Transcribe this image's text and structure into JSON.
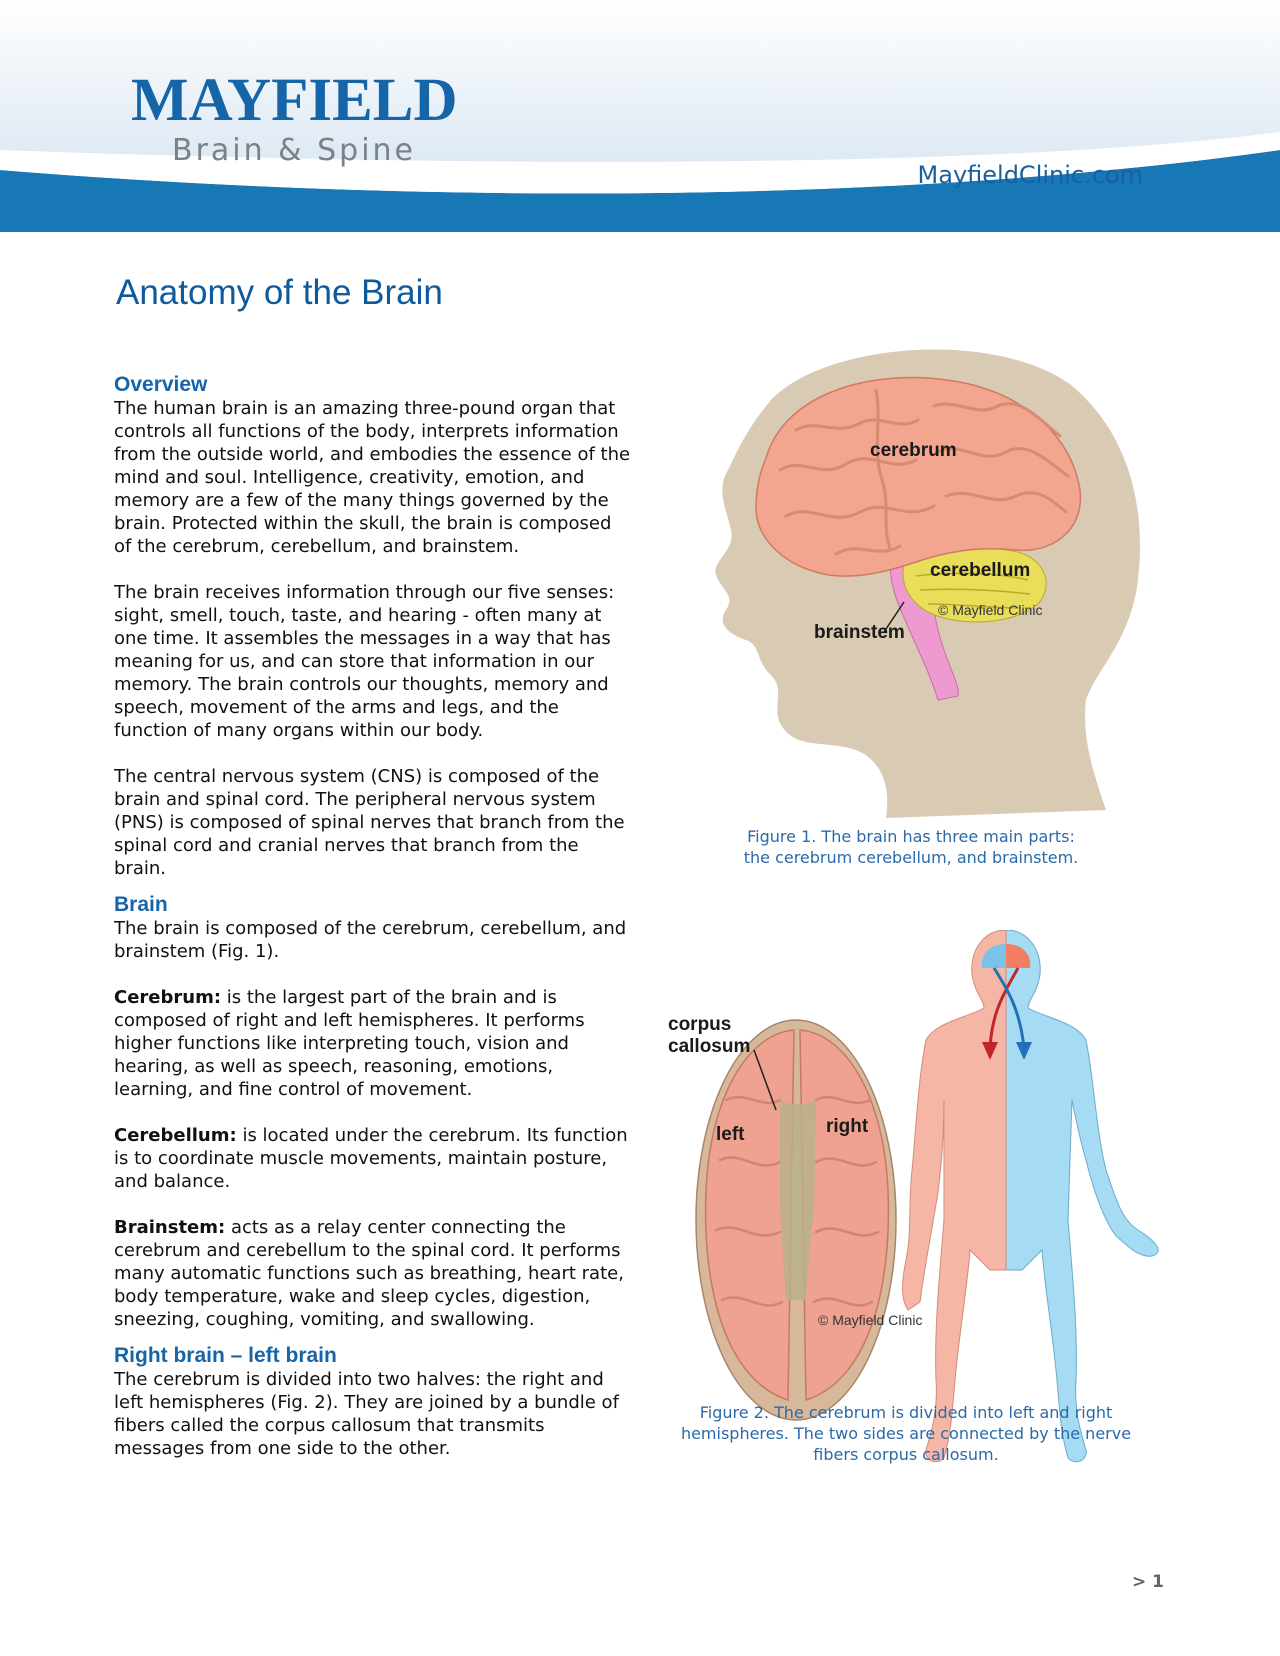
{
  "header": {
    "logo_main": "MAYFIELD",
    "logo_sub": "Brain & Spine",
    "site_url": "MayfieldClinic.com"
  },
  "page_title": "Anatomy of the Brain",
  "overview": {
    "heading": "Overview",
    "p1": "The human brain is an amazing three-pound organ that controls all functions of the body, interprets information from the outside world, and embodies the essence of the mind and soul. Intelligence, creativity, emotion, and memory are a few of the many things governed by the brain. Protected within the skull, the brain is composed of the cerebrum, cerebellum, and brainstem.",
    "p2": "The brain receives information through our five senses: sight, smell, touch, taste, and hearing - often many at one time. It assembles the messages in a way that has meaning for us, and can store that information in our memory. The brain controls our thoughts, memory and speech, movement of the arms and legs, and the function of many organs within our body.",
    "p3": "The central nervous system (CNS) is composed of the brain and spinal cord. The peripheral nervous system (PNS) is composed of spinal nerves that branch from the spinal cord and cranial nerves that branch from the brain."
  },
  "brain": {
    "heading": "Brain",
    "intro": "The brain is composed of the cerebrum, cerebellum, and brainstem (Fig. 1).",
    "cerebrum_term": "Cerebrum:",
    "cerebrum_text": " is the largest part of the brain and is composed of right and left hemispheres. It performs higher functions like interpreting touch, vision and hearing, as well as speech, reasoning, emotions, learning, and fine control of movement.",
    "cerebellum_term": "Cerebellum:",
    "cerebellum_text": " is located under the cerebrum. Its function is to coordinate muscle movements, maintain posture, and balance.",
    "brainstem_term": "Brainstem:",
    "brainstem_text": " acts as a relay center connecting the cerebrum and cerebellum to the spinal cord. It performs many automatic functions such as breathing, heart rate, body temperature, wake and sleep cycles, digestion, sneezing, coughing, vomiting, and swallowing."
  },
  "right_left": {
    "heading": "Right brain – left brain",
    "p1": "The cerebrum is divided into two halves: the right and left hemispheres (Fig. 2). They are joined by a bundle of fibers called the corpus callosum that transmits messages from one side to the other."
  },
  "figure1": {
    "label_cerebrum": "cerebrum",
    "label_cerebellum": "cerebellum",
    "label_brainstem": "brainstem",
    "copyright": "© Mayfield Clinic",
    "caption_line1": "Figure 1. The brain has three main parts:",
    "caption_line2": "the cerebrum cerebellum, and brainstem."
  },
  "figure2": {
    "label_corpus": "corpus\ncallosum",
    "label_left": "left",
    "label_right": "right",
    "copyright": "© Mayfield Clinic",
    "caption_line1": "Figure 2. The cerebrum is divided into left and right",
    "caption_line2": "hemispheres. The two sides are connected by the nerve",
    "caption_line3": "fibers corpus callosum."
  },
  "page_number": "> 1",
  "colors": {
    "brand_blue": "#1565a8",
    "header_band": "#1877b5",
    "cerebrum": "#f2a58f",
    "cerebellum": "#e8de5a",
    "brainstem": "#ee9ad0",
    "head_silhouette": "#d9cab3",
    "body_left": "#f6b6a6",
    "body_right": "#a6dbf4"
  }
}
